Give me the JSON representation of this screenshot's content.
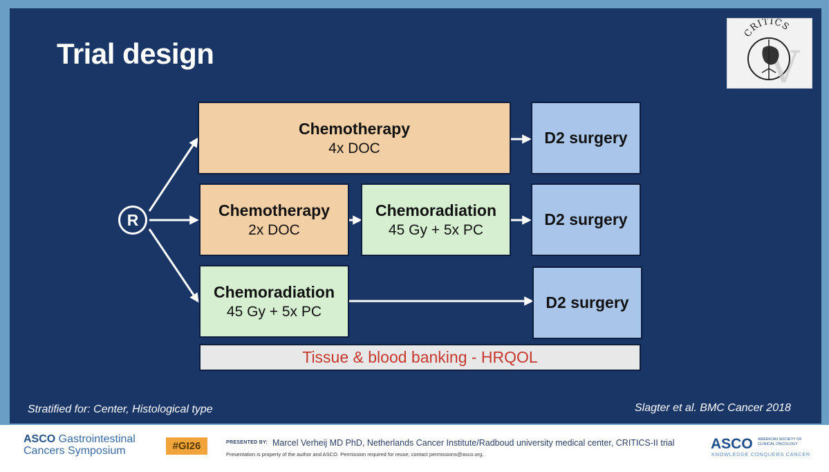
{
  "slide": {
    "title": "Trial design",
    "logo_text": "CRITICS",
    "randomization": "R",
    "arm1": {
      "chemo_title": "Chemotherapy",
      "chemo_sub": "4x DOC",
      "surgery": "D2 surgery"
    },
    "arm2": {
      "chemo_title": "Chemotherapy",
      "chemo_sub": "2x DOC",
      "rad_title": "Chemoradiation",
      "rad_sub": "45 Gy + 5x PC",
      "surgery": "D2 surgery"
    },
    "arm3": {
      "rad_title": "Chemoradiation",
      "rad_sub": "45 Gy + 5x PC",
      "surgery": "D2 surgery"
    },
    "banking": "Tissue & blood banking - HRQOL",
    "stratified": "Stratified for: Center, Histological type",
    "reference": "Slagter et al. BMC Cancer 2018"
  },
  "footer": {
    "org_bold": "ASCO",
    "org_line1": " Gastrointestinal",
    "org_line2": "Cancers Symposium",
    "hashtag": "#GI26",
    "presented_by": "PRESENTED BY:",
    "presenter": "Marcel Verheij MD PhD, Netherlands Cancer Institute/Radboud university medical center, CRITICS-II trial",
    "property": "Presentation is property of the author and ASCO. Permission required for reuse; contact permissions@asco.org.",
    "asco_logo": "ASCO",
    "society": "AMERICAN SOCIETY OF CLINICAL ONCOLOGY",
    "tagline": "KNOWLEDGE CONQUERS CANCER"
  },
  "colors": {
    "background": "#1a3666",
    "chemo": "#f3cfa5",
    "chemoradiation": "#d5efd0",
    "surgery": "#a9c6ea",
    "banking_text": "#c8372d",
    "hashtag": "#f0a43a"
  }
}
